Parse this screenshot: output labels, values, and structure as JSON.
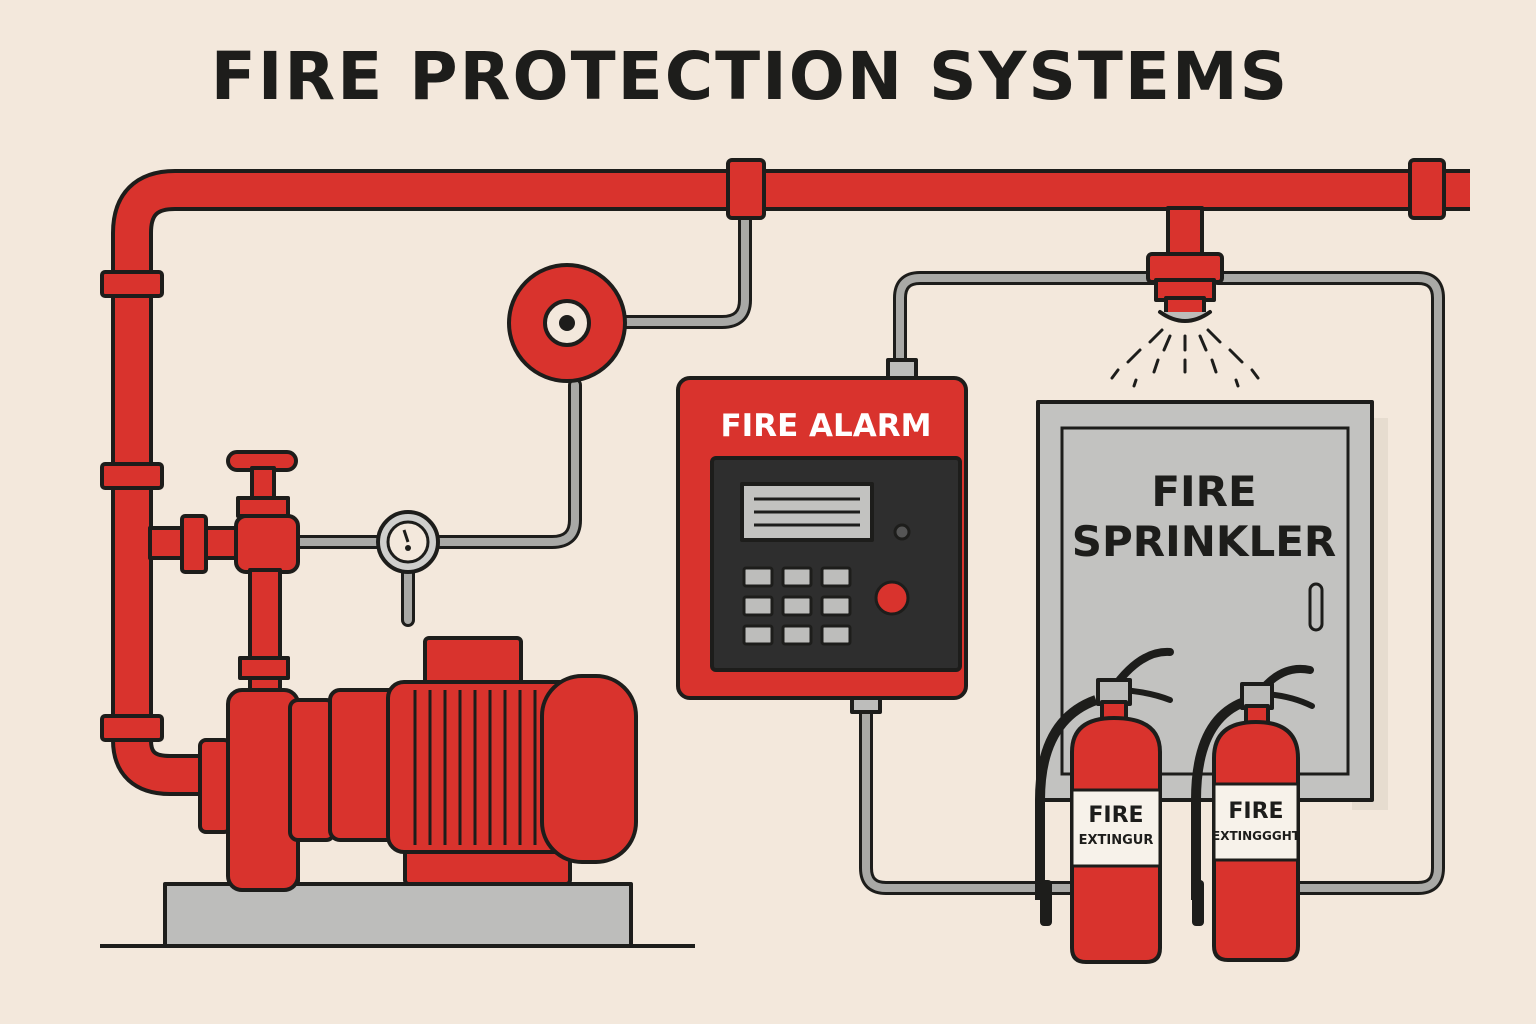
{
  "title": "FIRE PROTECTION SYSTEMS",
  "labels": {
    "fire_alarm": "FIRE ALARM",
    "sprinkler_line1": "FIRE",
    "sprinkler_line2": "SPRINKLER",
    "extinguisher_left_line1": "FIRE",
    "extinguisher_left_line2": "EXTINGUR",
    "extinguisher_right_line1": "FIRE",
    "extinguisher_right_line2": "EXTINGGGHT"
  },
  "colors": {
    "background": "#f3e8dc",
    "red": "#d9332d",
    "dark_red": "#b52520",
    "outline": "#1d1d1b",
    "grey_pipe": "#a9a9a6",
    "panel_grey": "#c2c2c0",
    "base_grey": "#bdbdbb"
  }
}
